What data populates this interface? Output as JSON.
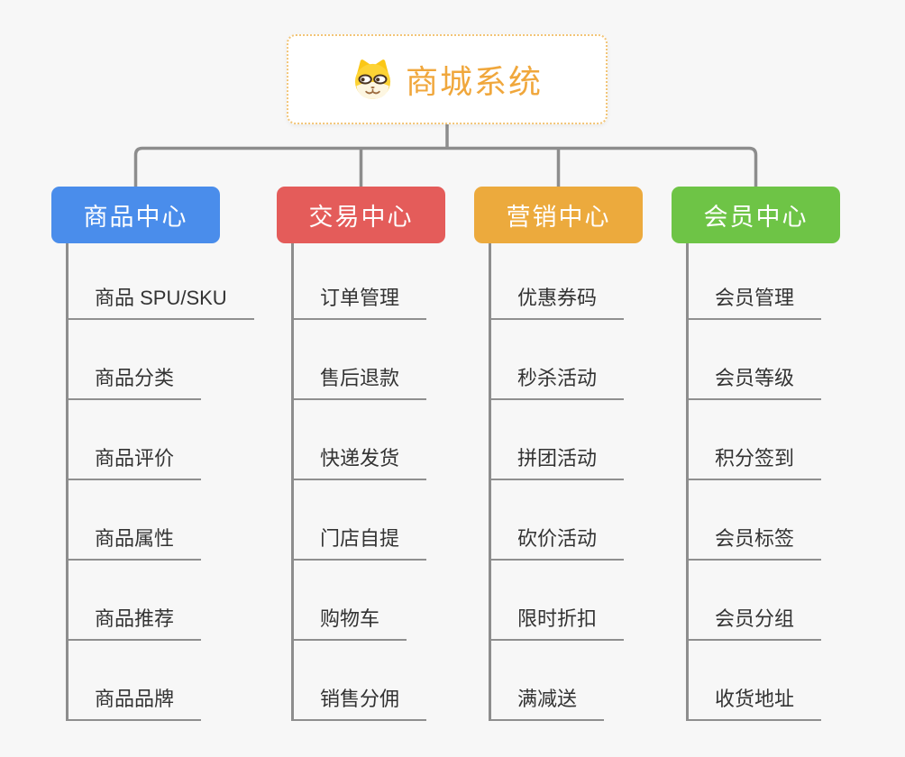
{
  "canvas": {
    "background": "#f7f7f7"
  },
  "connectors": {
    "color": "#8d8d8d"
  },
  "root": {
    "title": "商城系统",
    "icon": "dog-face-icon",
    "title_color": "#f0a73c",
    "border_color": "#f2c577"
  },
  "branches": [
    {
      "label": "商品中心",
      "color": "#4a8deb",
      "items": [
        "商品 SPU/SKU",
        "商品分类",
        "商品评价",
        "商品属性",
        "商品推荐",
        "商品品牌"
      ]
    },
    {
      "label": "交易中心",
      "color": "#e45c5a",
      "items": [
        "订单管理",
        "售后退款",
        "快递发货",
        "门店自提",
        "购物车",
        "销售分佣"
      ]
    },
    {
      "label": "营销中心",
      "color": "#ecaa3d",
      "items": [
        "优惠券码",
        "秒杀活动",
        "拼团活动",
        "砍价活动",
        "限时折扣",
        "满减送"
      ]
    },
    {
      "label": "会员中心",
      "color": "#6ec446",
      "items": [
        "会员管理",
        "会员等级",
        "积分签到",
        "会员标签",
        "会员分组",
        "收货地址"
      ]
    }
  ]
}
